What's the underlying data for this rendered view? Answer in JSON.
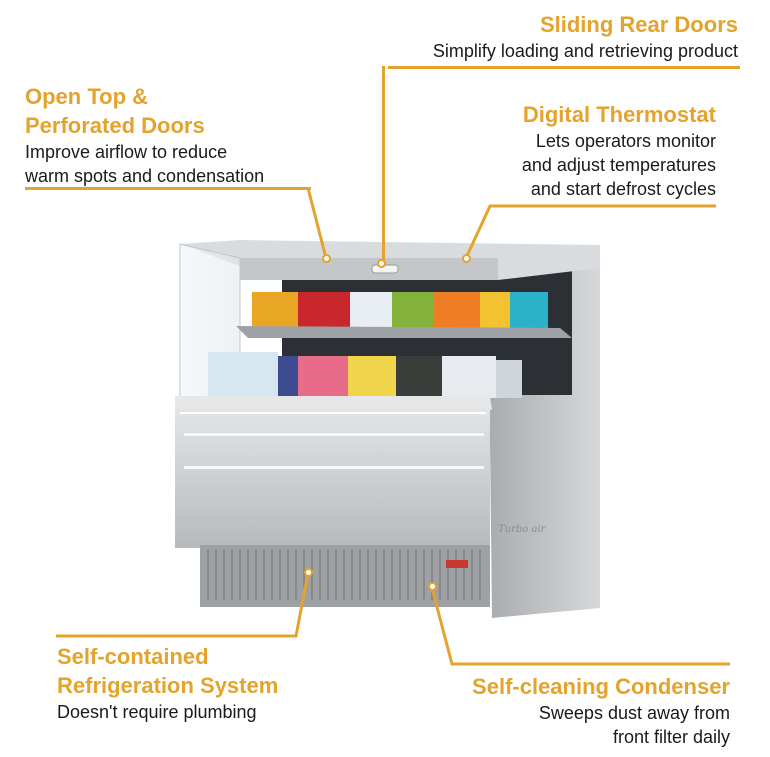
{
  "colors": {
    "accent": "#e3a32c",
    "text": "#1a1a1a",
    "steel": "#c9ccce"
  },
  "callouts": {
    "sliding_rear_doors": {
      "title": "Sliding Rear Doors",
      "desc": "Simplify loading and retrieving product"
    },
    "open_top": {
      "title": "Open Top &\nPerforated Doors",
      "desc": "Improve airflow to reduce\nwarm spots and condensation"
    },
    "digital_thermostat": {
      "title": "Digital Thermostat",
      "desc": "Lets operators monitor\nand adjust temperatures\nand start defrost cycles"
    },
    "self_contained": {
      "title": "Self-contained\nRefrigeration System",
      "desc": "Doesn't require plumbing"
    },
    "self_cleaning": {
      "title": "Self-cleaning Condenser",
      "desc": "Sweeps dust away from\nfront filter daily"
    }
  },
  "product": {
    "brand_mark": "Turbo air",
    "image_name": "open-display-merchandiser"
  }
}
